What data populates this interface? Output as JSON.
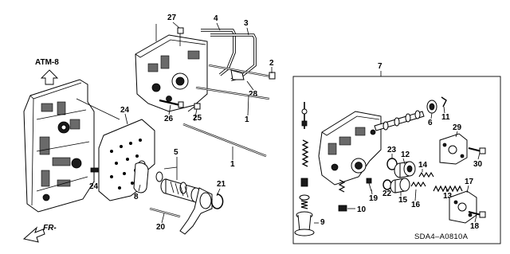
{
  "reference": {
    "label": "ATM-8"
  },
  "direction": {
    "label": "FR-"
  },
  "diagram_code": "SDA4–A0810A",
  "callouts": {
    "c1a": "1",
    "c1b": "1",
    "c2": "2",
    "c3": "3",
    "c4": "4",
    "c5": "5",
    "c6": "6",
    "c7": "7",
    "c8": "8",
    "c9": "9",
    "c10": "10",
    "c11": "11",
    "c12": "12",
    "c13": "13",
    "c14": "14",
    "c15": "15",
    "c16": "16",
    "c17": "17",
    "c18": "18",
    "c19": "19",
    "c20": "20",
    "c21": "21",
    "c22": "22",
    "c23": "23",
    "c24a": "24",
    "c24b": "24",
    "c25": "25",
    "c26": "26",
    "c27": "27",
    "c28": "28",
    "c29": "29",
    "c30": "30"
  },
  "colors": {
    "ink": "#000000",
    "background": "#ffffff"
  }
}
